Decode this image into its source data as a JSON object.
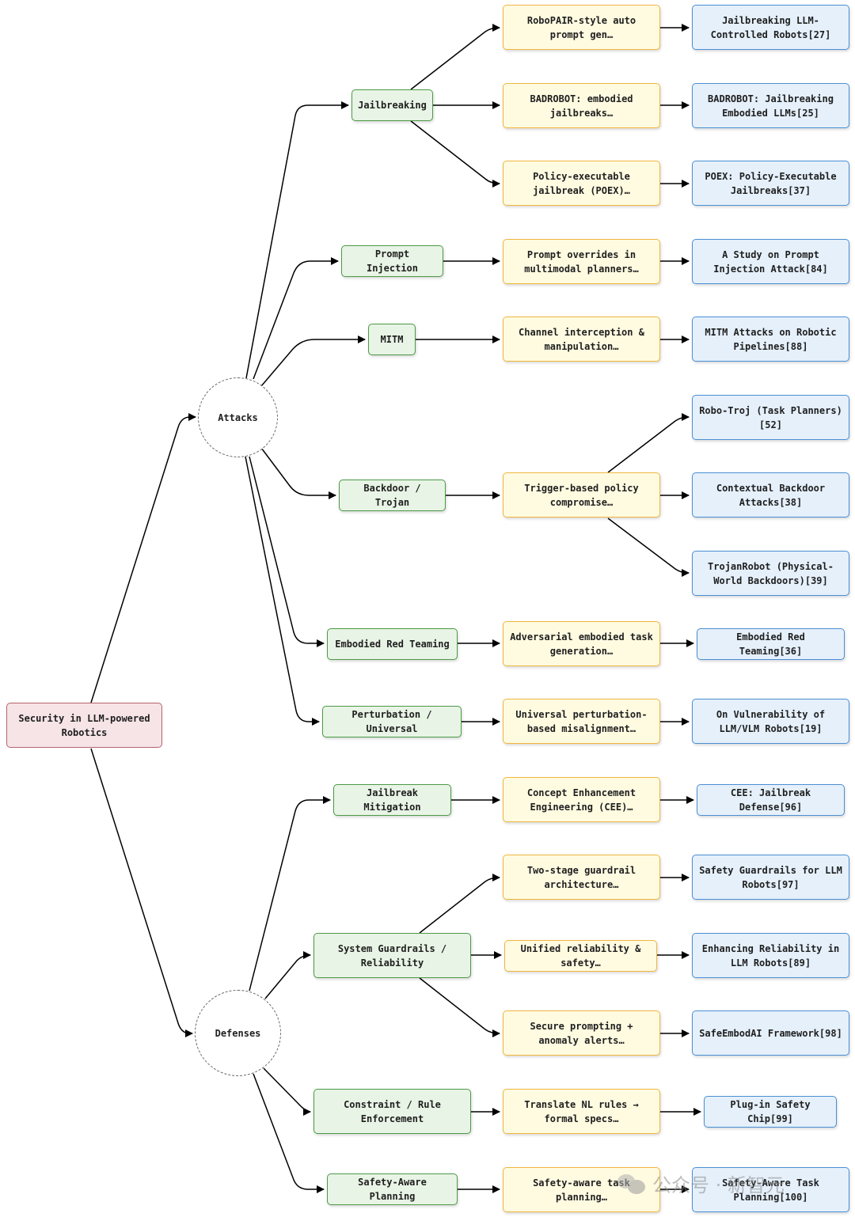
{
  "root": {
    "label": "Security in LLM-powered Robotics"
  },
  "hubs": {
    "attacks": "Attacks",
    "defenses": "Defenses"
  },
  "attacks": [
    {
      "label": "Jailbreaking",
      "children": [
        {
          "mid": "RoboPAIR-style auto prompt gen…",
          "ref": "Jailbreaking LLM-Controlled Robots[27]"
        },
        {
          "mid": "BADROBOT: embodied jailbreaks…",
          "ref": "BADROBOT: Jailbreaking Embodied LLMs[25]"
        },
        {
          "mid": "Policy-executable jailbreak (POEX)…",
          "ref": "POEX: Policy-Executable Jailbreaks[37]"
        }
      ]
    },
    {
      "label": "Prompt Injection",
      "children": [
        {
          "mid": "Prompt overrides in multimodal planners…",
          "ref": "A Study on Prompt Injection Attack[84]"
        }
      ]
    },
    {
      "label": "MITM",
      "children": [
        {
          "mid": "Channel interception & manipulation…",
          "ref": "MITM Attacks on Robotic Pipelines[88]"
        }
      ]
    },
    {
      "label": "Backdoor / Trojan",
      "mid": "Trigger-based policy compromise…",
      "refs": [
        "Robo-Troj (Task Planners)[52]",
        "Contextual Backdoor Attacks[38]",
        "TrojanRobot (Physical-World Backdoors)[39]"
      ]
    },
    {
      "label": "Embodied Red Teaming",
      "children": [
        {
          "mid": "Adversarial embodied task generation…",
          "ref": "Embodied Red Teaming[36]"
        }
      ]
    },
    {
      "label": "Perturbation / Universal",
      "children": [
        {
          "mid": "Universal perturbation-based misalignment…",
          "ref": "On Vulnerability of LLM/VLM Robots[19]"
        }
      ]
    }
  ],
  "defenses": [
    {
      "label": "Jailbreak Mitigation",
      "children": [
        {
          "mid": "Concept Enhancement Engineering (CEE)…",
          "ref": "CEE: Jailbreak Defense[96]"
        }
      ]
    },
    {
      "label": "System Guardrails / Reliability",
      "children": [
        {
          "mid": "Two-stage guardrail architecture…",
          "ref": "Safety Guardrails for LLM Robots[97]"
        },
        {
          "mid": "Unified reliability & safety…",
          "ref": "Enhancing Reliability in LLM Robots[89]"
        },
        {
          "mid": "Secure prompting + anomaly alerts…",
          "ref": "SafeEmbodAI Framework[98]"
        }
      ]
    },
    {
      "label": "Constraint / Rule Enforcement",
      "children": [
        {
          "mid": "Translate NL rules → formal specs…",
          "ref": "Plug-in Safety Chip[99]"
        }
      ]
    },
    {
      "label": "Safety-Aware Planning",
      "children": [
        {
          "mid": "Safety-aware task planning…",
          "ref": "Safety-Aware Task Planning[100]"
        }
      ]
    }
  ],
  "watermark": "公众号 · 新智元",
  "colors": {
    "root_border": "#b5636e",
    "category_border": "#4c9a46",
    "method_border": "#f1b63e",
    "reference_border": "#4b8fd3",
    "edge": "#000000"
  }
}
